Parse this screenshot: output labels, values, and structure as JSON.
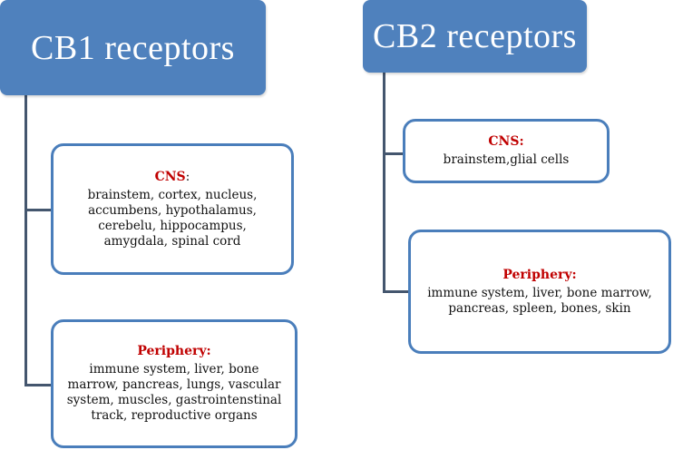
{
  "left_column": {
    "title": "CB1 receptors",
    "cns": {
      "title": "CNS",
      "suffix": ":",
      "text": "brainstem, cortex, nucleus,\naccumbens, hypothalamus,\ncerebelu, hippocampus,\namygdala, spinal cord"
    },
    "periphery": {
      "title": "Periphery:",
      "text": "immune system, liver, bone\nmarrow, pancreas, lungs, vascular\nsystem, muscles, gastrointenstinal\ntrack, reproductive organs"
    }
  },
  "right_column": {
    "title": "CB2 receptors",
    "cns": {
      "title": "CNS:",
      "text": "brainstem,glial cells"
    },
    "periphery": {
      "title": "Periphery:",
      "text": "immune system, liver, bone marrow,\npancreas, spleen, bones, skin"
    }
  },
  "colors": {
    "header_fill": "#4f81bd",
    "box_border": "#4a7ebb",
    "title_red": "#c00000",
    "connector": "#44566e"
  }
}
